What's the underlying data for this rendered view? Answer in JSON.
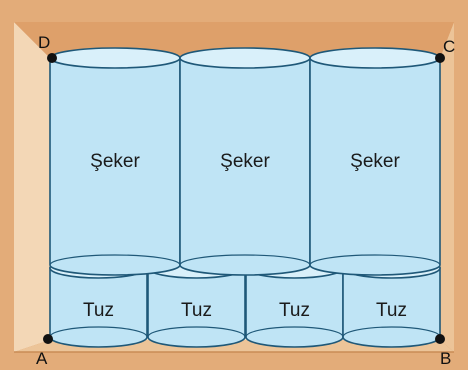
{
  "colors": {
    "box_wall": "#e3ac79",
    "box_inner": "#f5dcc0",
    "box_edge": "#c98c55",
    "jar_fill": "#bfe4f5",
    "jar_top": "#d9f0fa",
    "jar_stroke": "#1f5878",
    "corner_dot": "#111111"
  },
  "corners": {
    "a": "A",
    "b": "B",
    "c": "C",
    "d": "D"
  },
  "sugar_jars": [
    {
      "label": "Şeker"
    },
    {
      "label": "Şeker"
    },
    {
      "label": "Şeker"
    }
  ],
  "salt_jars": [
    {
      "label": "Tuz"
    },
    {
      "label": "Tuz"
    },
    {
      "label": "Tuz"
    },
    {
      "label": "Tuz"
    }
  ]
}
